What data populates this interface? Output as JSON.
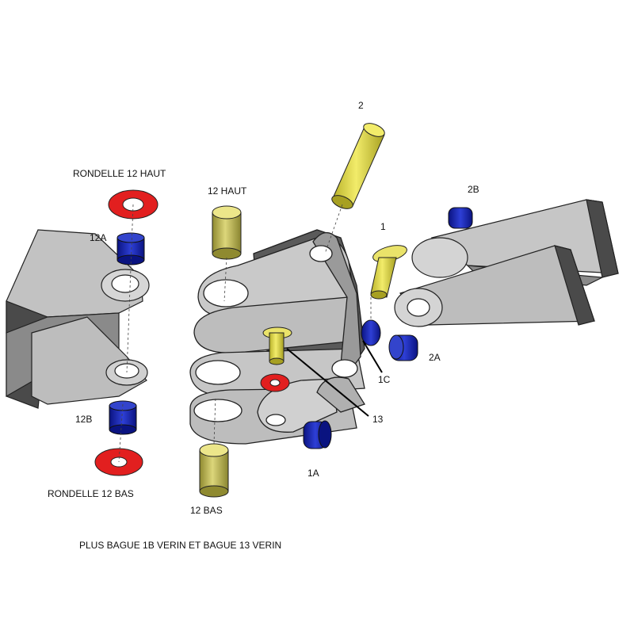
{
  "labels": {
    "rondelle_12_haut": "RONDELLE 12 HAUT",
    "part_12a": "12A",
    "part_12b": "12B",
    "rondelle_12_bas": "RONDELLE 12 BAS",
    "part_12_haut": "12 HAUT",
    "part_12_bas": "12 BAS",
    "part_2": "2",
    "part_1": "1",
    "part_2b": "2B",
    "part_2a": "2A",
    "part_1c": "1C",
    "part_13": "13",
    "part_1a": "1A"
  },
  "footer_note": "PLUS BAGUE 1B VERIN ET BAGUE 13 VERIN",
  "colors": {
    "washer_red": "#e21f1f",
    "bushing_blue": "#1c2bb0",
    "pin_yellow": "#e8e04a",
    "pin_olive": "#c9c35a",
    "metal_grey": "#b8b8b8",
    "metal_dark": "#4a4a4a",
    "outline": "#222222"
  }
}
